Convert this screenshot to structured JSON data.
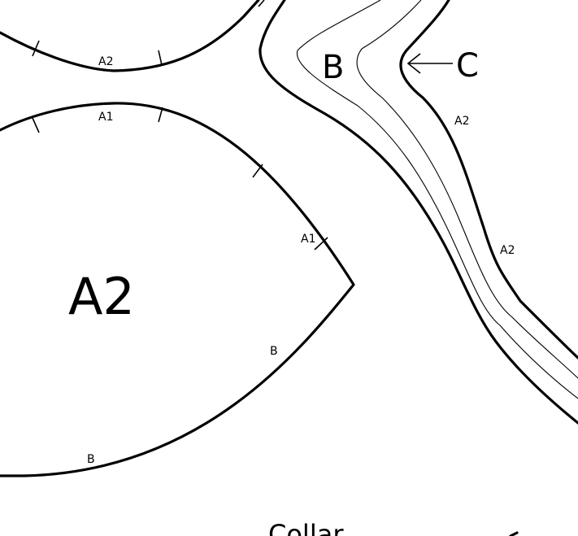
{
  "upper_piece": {
    "notch_label": "A2"
  },
  "piece_a2": {
    "name": "A2",
    "notch_labels": {
      "top": "A1",
      "side": "A1",
      "edge_right": "B",
      "edge_bottom": "B"
    }
  },
  "piece_b": {
    "name": "B",
    "notch_labels": {
      "upper": "A2",
      "lower": "A2"
    },
    "pointer_label": "C"
  },
  "footer": {
    "collar_title": "Collar"
  }
}
